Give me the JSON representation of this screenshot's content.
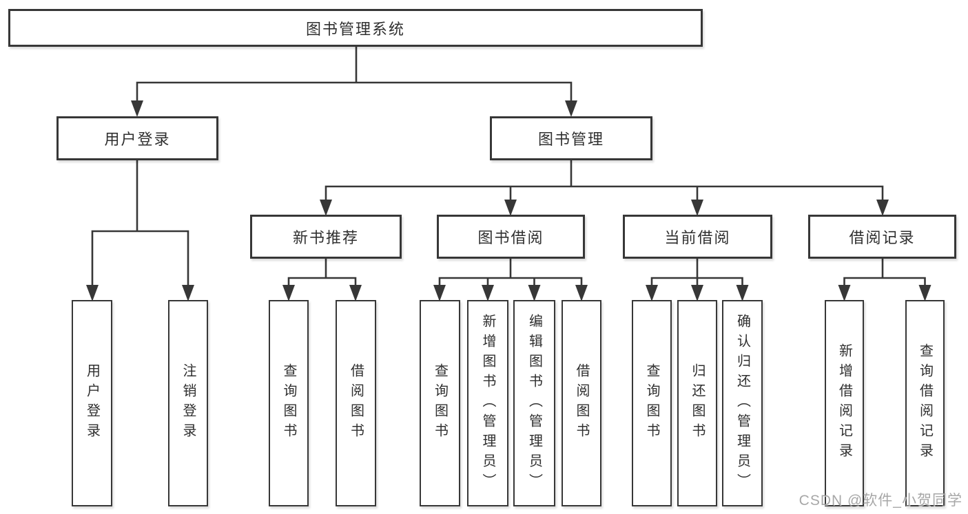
{
  "colors": {
    "background": "#ffffff",
    "line": "#373737",
    "box_border": "#373737",
    "box_fill": "#ffffff",
    "text": "#2f2f2f",
    "watermark": "#9e9e9e"
  },
  "watermark": "CSDN @软件_小贺同学",
  "tree": {
    "root": "图书管理系统",
    "branches": [
      {
        "label": "用户登录",
        "children": [
          "用户登录",
          "注销登录"
        ]
      },
      {
        "label": "图书管理",
        "groups": [
          {
            "label": "新书推荐",
            "children": [
              "查询图书",
              "借阅图书"
            ]
          },
          {
            "label": "图书借阅",
            "children": [
              "查询图书",
              "新增图书（管理员）",
              "编辑图书（管理员）",
              "借阅图书"
            ]
          },
          {
            "label": "当前借阅",
            "children": [
              "查询图书",
              "归还图书",
              "确认归还（管理员）"
            ]
          },
          {
            "label": "借阅记录",
            "children": [
              "新增借阅记录",
              "查询借阅记录"
            ]
          }
        ]
      }
    ]
  }
}
